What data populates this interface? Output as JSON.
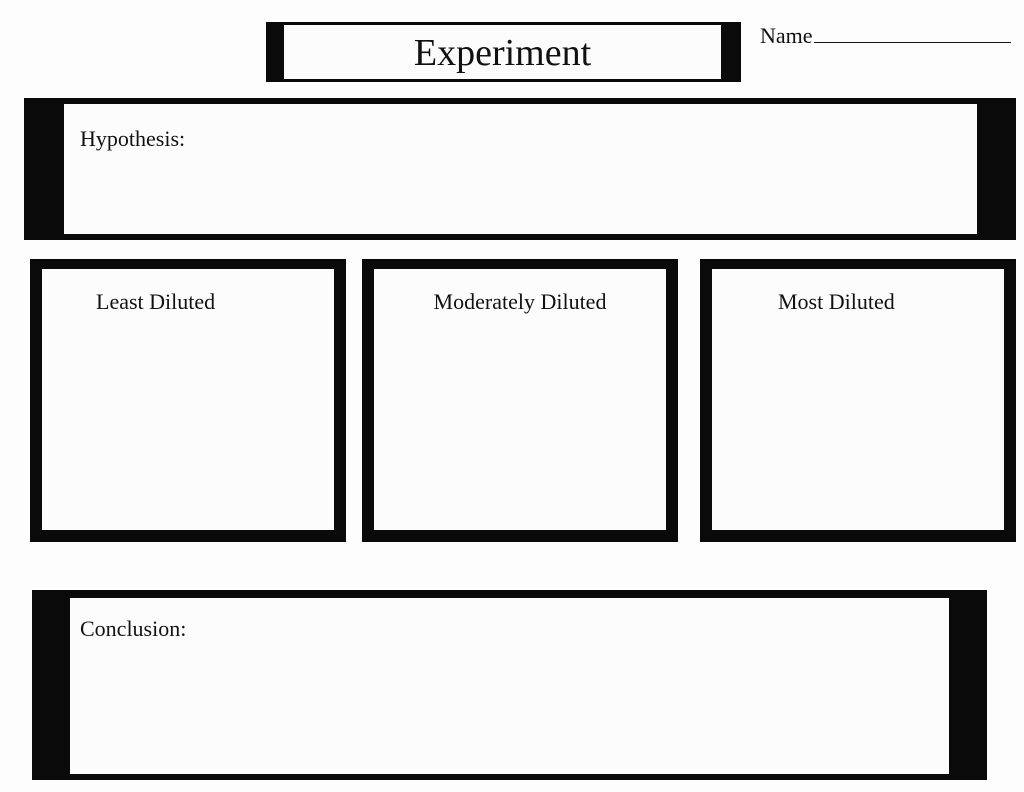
{
  "header": {
    "title": "Experiment",
    "name_label": "Name"
  },
  "sections": {
    "hypothesis_label": "Hypothesis:",
    "conclusion_label": "Conclusion:"
  },
  "panels": [
    {
      "label": "Least Diluted"
    },
    {
      "label": "Moderately Diluted"
    },
    {
      "label": "Most Diluted"
    }
  ]
}
